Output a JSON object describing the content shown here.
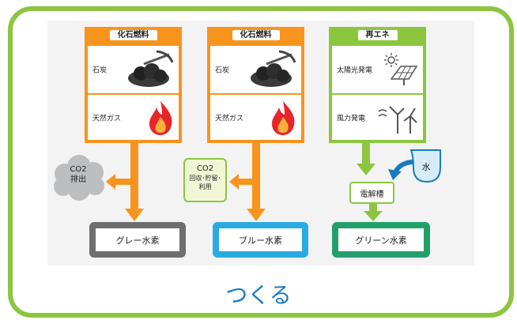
{
  "columns": [
    {
      "header": "化石燃料",
      "row1": "石炭",
      "row2": "天然ガス"
    },
    {
      "header": "化石燃料",
      "row1": "石炭",
      "row2": "天然ガス"
    },
    {
      "header": "再エネ",
      "row1": "太陽光発電",
      "row2": "風力発電"
    }
  ],
  "cloud": {
    "line1": "CO2",
    "line2": "排出"
  },
  "ccs": {
    "line1": "CO2",
    "line2": "回収･貯留･",
    "line3": "利用"
  },
  "electrolyzer": "電解槽",
  "water": "水",
  "results": {
    "gray": "グレー水素",
    "blue": "ブルー水素",
    "green": "グリーン水素"
  },
  "footer": "つくる",
  "colors": {
    "frame": "#8cc63f",
    "orange": "#f7941d",
    "green": "#8cc63f",
    "gray": "#6d6e70",
    "blue": "#29abe2",
    "dark_green": "#22a06b",
    "water": "#1a7bbf"
  }
}
